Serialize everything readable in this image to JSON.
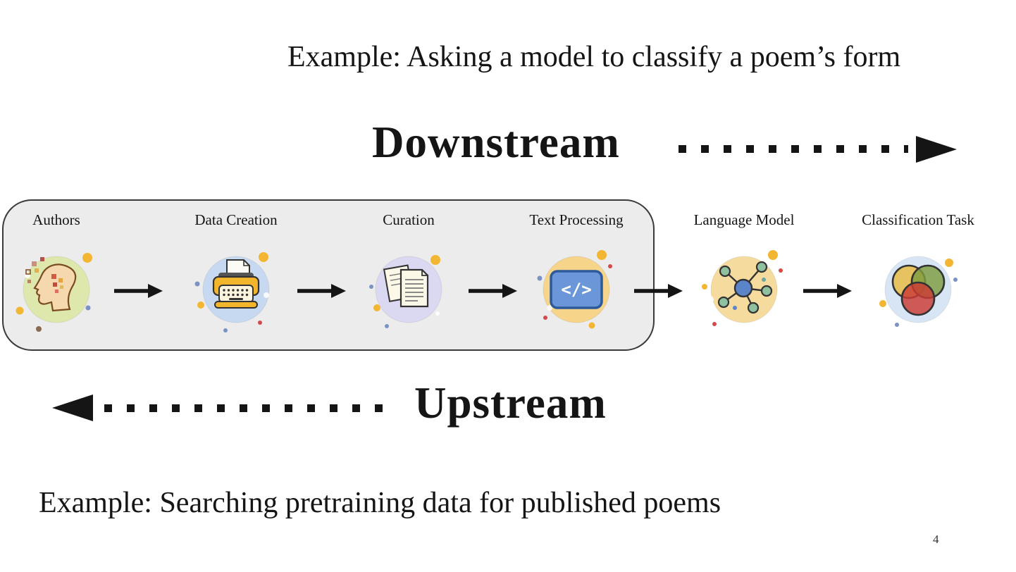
{
  "slide": {
    "top_caption": "Example: Asking a model to classify a poem’s form",
    "downstream_label": "Downstream",
    "upstream_label": "Upstream",
    "bottom_caption": "Example: Searching pretraining data for published poems",
    "page_number": "4"
  },
  "pipeline": {
    "code_glyph": "</>",
    "stages": [
      {
        "label": "Authors",
        "icon": "author-mind-icon",
        "circle_color": "#dfe8ac",
        "in_upstream_box": true
      },
      {
        "label": "Data Creation",
        "icon": "typewriter-icon",
        "circle_color": "#c7d9f1",
        "in_upstream_box": true
      },
      {
        "label": "Curation",
        "icon": "documents-icon",
        "circle_color": "#dbd8f1",
        "in_upstream_box": true
      },
      {
        "label": "Text Processing",
        "icon": "code-screen-icon",
        "circle_color": "#f6d489",
        "in_upstream_box": true
      },
      {
        "label": "Language Model",
        "icon": "network-graph-icon",
        "circle_color": "#f5db9e",
        "in_upstream_box": false
      },
      {
        "label": "Classification Task",
        "icon": "venn-diagram-icon",
        "circle_color": "#d7e5f5",
        "in_upstream_box": false
      }
    ]
  },
  "colors": {
    "ink": "#151515",
    "box_fill": "#ececec",
    "accent_yellow": "#f2b632",
    "accent_red": "#d34a4a",
    "accent_blue": "#7a93c4",
    "venn_yellow": "#e9b93f",
    "venn_green": "#7d9c3f",
    "venn_red": "#cc3a35"
  }
}
